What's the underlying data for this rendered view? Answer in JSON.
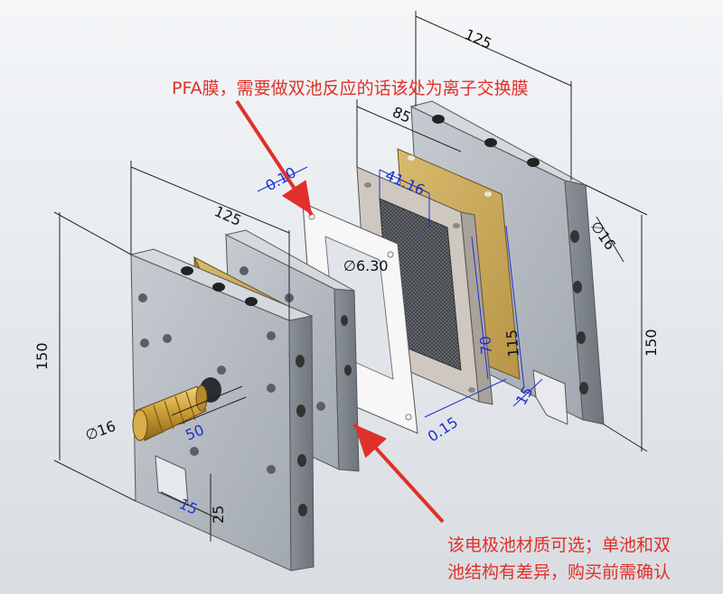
{
  "annotations": {
    "pfa_note": "PFA膜，需要做双池反应的话该处为离子交换膜",
    "material_note_line1": "该电极池材质可选；单池和双",
    "material_note_line2": "池结构有差异，购买前需确认"
  },
  "dimensions_black": {
    "rear_width": "125",
    "front_width": "125",
    "frame_width": "85",
    "rear_height": "150",
    "front_height": "150",
    "front_hole_dia": "∅16",
    "rear_hole_dia": "∅16",
    "stud_length": "50",
    "slot_width": "15",
    "slot_depth": "25"
  },
  "dimensions_blue": {
    "pfa_thickness": "0.10",
    "window_width": "41.16",
    "hole_dia": "∅6.30",
    "window_height": "70",
    "frame_height": "115",
    "gasket_thickness": "0.15",
    "frame_offset": "15"
  },
  "colors": {
    "note": "#e0302a",
    "dim_blue": "#1f2fd0",
    "metal": "#aeb4bb",
    "gasket_gold": "#c9a95a",
    "ptfe": "#f7f7f7",
    "frame_gray": "#cfc8c0"
  }
}
